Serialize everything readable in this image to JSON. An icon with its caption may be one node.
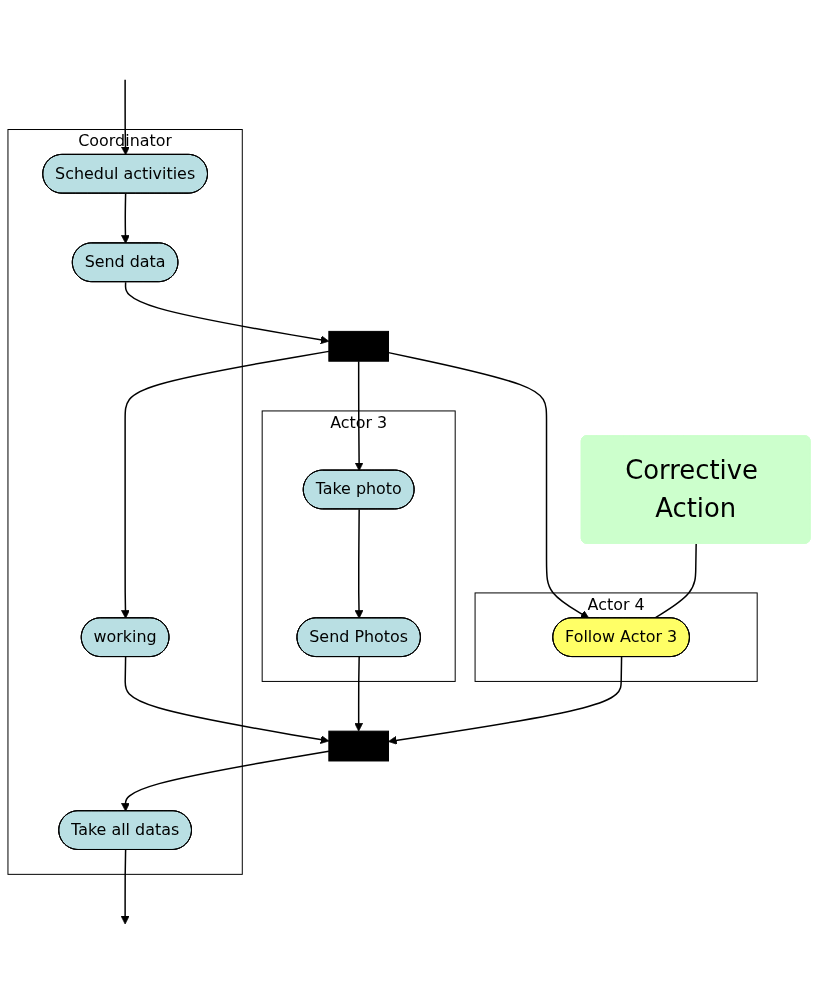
{
  "diagram": {
    "nodes": [
      {
        "text": [
          "Coordinator"
        ]
      },
      {
        "text": [
          "Actor 3"
        ]
      },
      {
        "text": [
          "Actor 4"
        ]
      },
      {
        "text": [
          "Schedul activities"
        ],
        "in": 0
      },
      {
        "text": [
          "Send data"
        ],
        "in": 0
      },
      {
        "text": [],
        "shape": "bar"
      },
      {
        "text": [
          "working"
        ],
        "in": 0
      },
      {
        "text": [
          "Take photo"
        ],
        "in": 1
      },
      {
        "text": [
          "Send Photos"
        ],
        "in": 1
      },
      {
        "text": [
          "Follow Actor 3"
        ],
        "in": 2
      },
      {
        "text": [],
        "shape": "bar"
      },
      {
        "text": [
          "Take all datas"
        ],
        "in": 0
      },
      {
        "text": [
          "Corrective Action"
        ]
      }
    ],
    "edges": [
      {
        "from": null,
        "to": 3,
        "arrow": "to"
      },
      {
        "from": 3,
        "to": 4,
        "arrow": "to"
      },
      {
        "from": 4,
        "to": 5,
        "arrow": "to"
      },
      {
        "from": 5,
        "to": 6,
        "arrow": "to"
      },
      {
        "from": 5,
        "to": 7,
        "arrow": "to"
      },
      {
        "from": 5,
        "to": 9,
        "arrow": "to"
      },
      {
        "from": 7,
        "to": 8,
        "arrow": "to"
      },
      {
        "from": 6,
        "to": 10,
        "arrow": "to"
      },
      {
        "from": 8,
        "to": 10,
        "arrow": "to"
      },
      {
        "from": 9,
        "to": 10,
        "arrow": "to"
      },
      {
        "from": 10,
        "to": 11,
        "arrow": "to"
      },
      {
        "from": 11,
        "to": null,
        "arrow": "to"
      },
      {
        "from": 12,
        "to": 9,
        "arrow": "none"
      }
    ]
  }
}
